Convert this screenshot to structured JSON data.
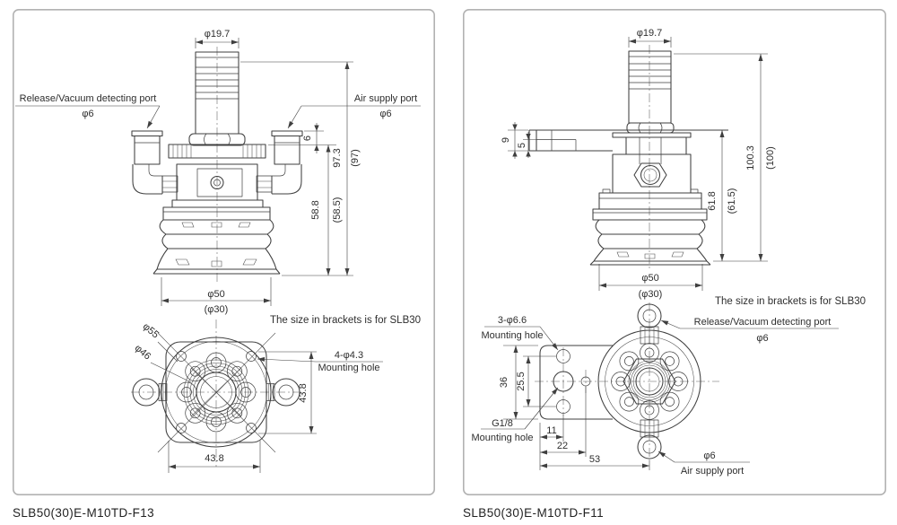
{
  "colors": {
    "line": "#3f3f3f",
    "panel_border": "#b2b2b2",
    "text": "#2e2e2e",
    "background": "#ffffff"
  },
  "panels": [
    {
      "caption": "SLB50(30)E-M10TD-F13",
      "front": {
        "top_dia": "φ19.7",
        "left_port_label": "Release/Vacuum detecting port",
        "left_port_dia": "φ6",
        "right_port_label": "Air supply port",
        "right_port_dia": "φ6",
        "dim_offset": "6",
        "dim_total": "97.3",
        "dim_total_alt": "(97)",
        "dim_body": "58.8",
        "dim_body_alt": "(58.5)",
        "dim_cup": "φ50",
        "dim_cup_alt": "(φ30)",
        "note": "The size in brackets is for SLB30"
      },
      "bottom": {
        "dia_outer": "φ55",
        "dia_flange": "φ46",
        "mount_line1": "4-φ4.3",
        "mount_line2": "Mounting hole",
        "dim_v": "43.8",
        "dim_h": "43.8"
      }
    },
    {
      "caption": "SLB50(30)E-M10TD-F11",
      "front": {
        "top_dia": "φ19.7",
        "dim_arm": "9",
        "dim_slot": "5",
        "dim_total": "100.3",
        "dim_total_alt": "(100)",
        "dim_body": "61.8",
        "dim_body_alt": "(61.5)",
        "dim_cup": "φ50",
        "dim_cup_alt": "(φ30)",
        "note": "The size in brackets is for SLB30"
      },
      "bottom": {
        "mount_line1": "3-φ6.6",
        "mount_line2": "Mounting hole",
        "release_label": "Release/Vacuum detecting port",
        "release_dia": "φ6",
        "dim_plate_h": "36",
        "dim_hole_span": "25.5",
        "g_thread": "G1/8",
        "g_mount": "Mounting hole",
        "dim_a": "11",
        "dim_b": "22",
        "dim_c": "53",
        "air_dia": "φ6",
        "air_label": "Air supply port"
      }
    }
  ]
}
